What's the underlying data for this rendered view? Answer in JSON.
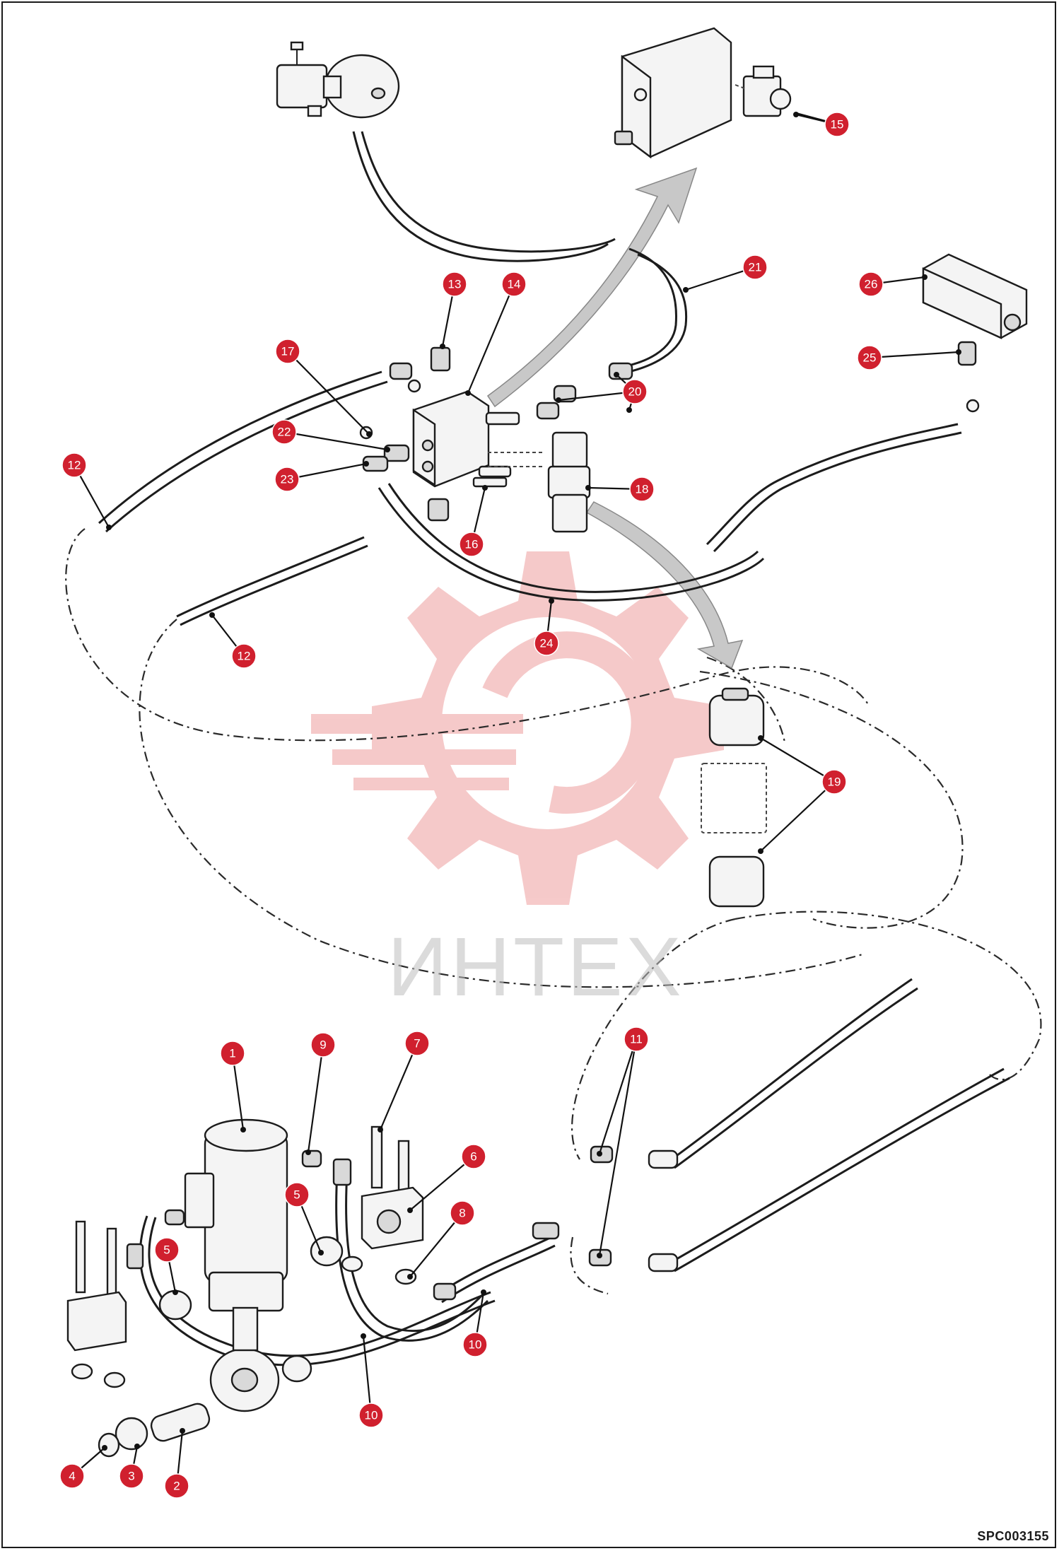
{
  "diagram": {
    "callouts": [
      {
        "label": "1"
      },
      {
        "label": "2"
      },
      {
        "label": "3"
      },
      {
        "label": "4"
      },
      {
        "label": "5"
      },
      {
        "label": "5"
      },
      {
        "label": "6"
      },
      {
        "label": "7"
      },
      {
        "label": "8"
      },
      {
        "label": "9"
      },
      {
        "label": "10"
      },
      {
        "label": "10"
      },
      {
        "label": "11"
      },
      {
        "label": "12"
      },
      {
        "label": "12"
      },
      {
        "label": "13"
      },
      {
        "label": "14"
      },
      {
        "label": "15"
      },
      {
        "label": "16"
      },
      {
        "label": "17"
      },
      {
        "label": "18"
      },
      {
        "label": "19"
      },
      {
        "label": "20"
      },
      {
        "label": "21"
      },
      {
        "label": "22"
      },
      {
        "label": "23"
      },
      {
        "label": "24"
      },
      {
        "label": "25"
      },
      {
        "label": "26"
      }
    ],
    "watermark_text": "ИНТЕХ",
    "drawing_code": "SPC003155"
  },
  "colors": {
    "callout": "#d0202e",
    "watermark": "#f0a0a0",
    "line": "#1c1c1c"
  }
}
